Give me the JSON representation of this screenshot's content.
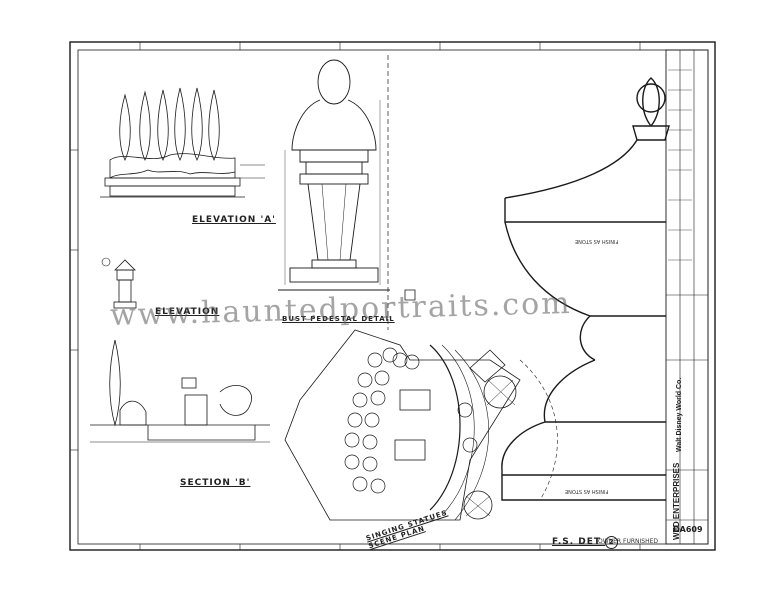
{
  "labels": {
    "elevation_a": "ELEVATION 'A'",
    "elevation_b": "ELEVATION",
    "section_b": "SECTION 'B'",
    "bust_pedestal": "BUST PEDESTAL DETAIL",
    "singing_statues_plan": "SINGING STATUES SCENE PLAN",
    "fs_det": "F.S. DET",
    "fs_det_num": "2",
    "owner_furnished": "OWNER FURNISHED",
    "stone_upper": "FINISH AS STONE",
    "stone_lower": "FINISH AS STONE"
  },
  "title_block": {
    "company": "Walt Disney World Co.",
    "drawing_no": "DA609",
    "firm": "WED ENTERPRISES"
  },
  "watermark": "www.hauntedportraits.com"
}
